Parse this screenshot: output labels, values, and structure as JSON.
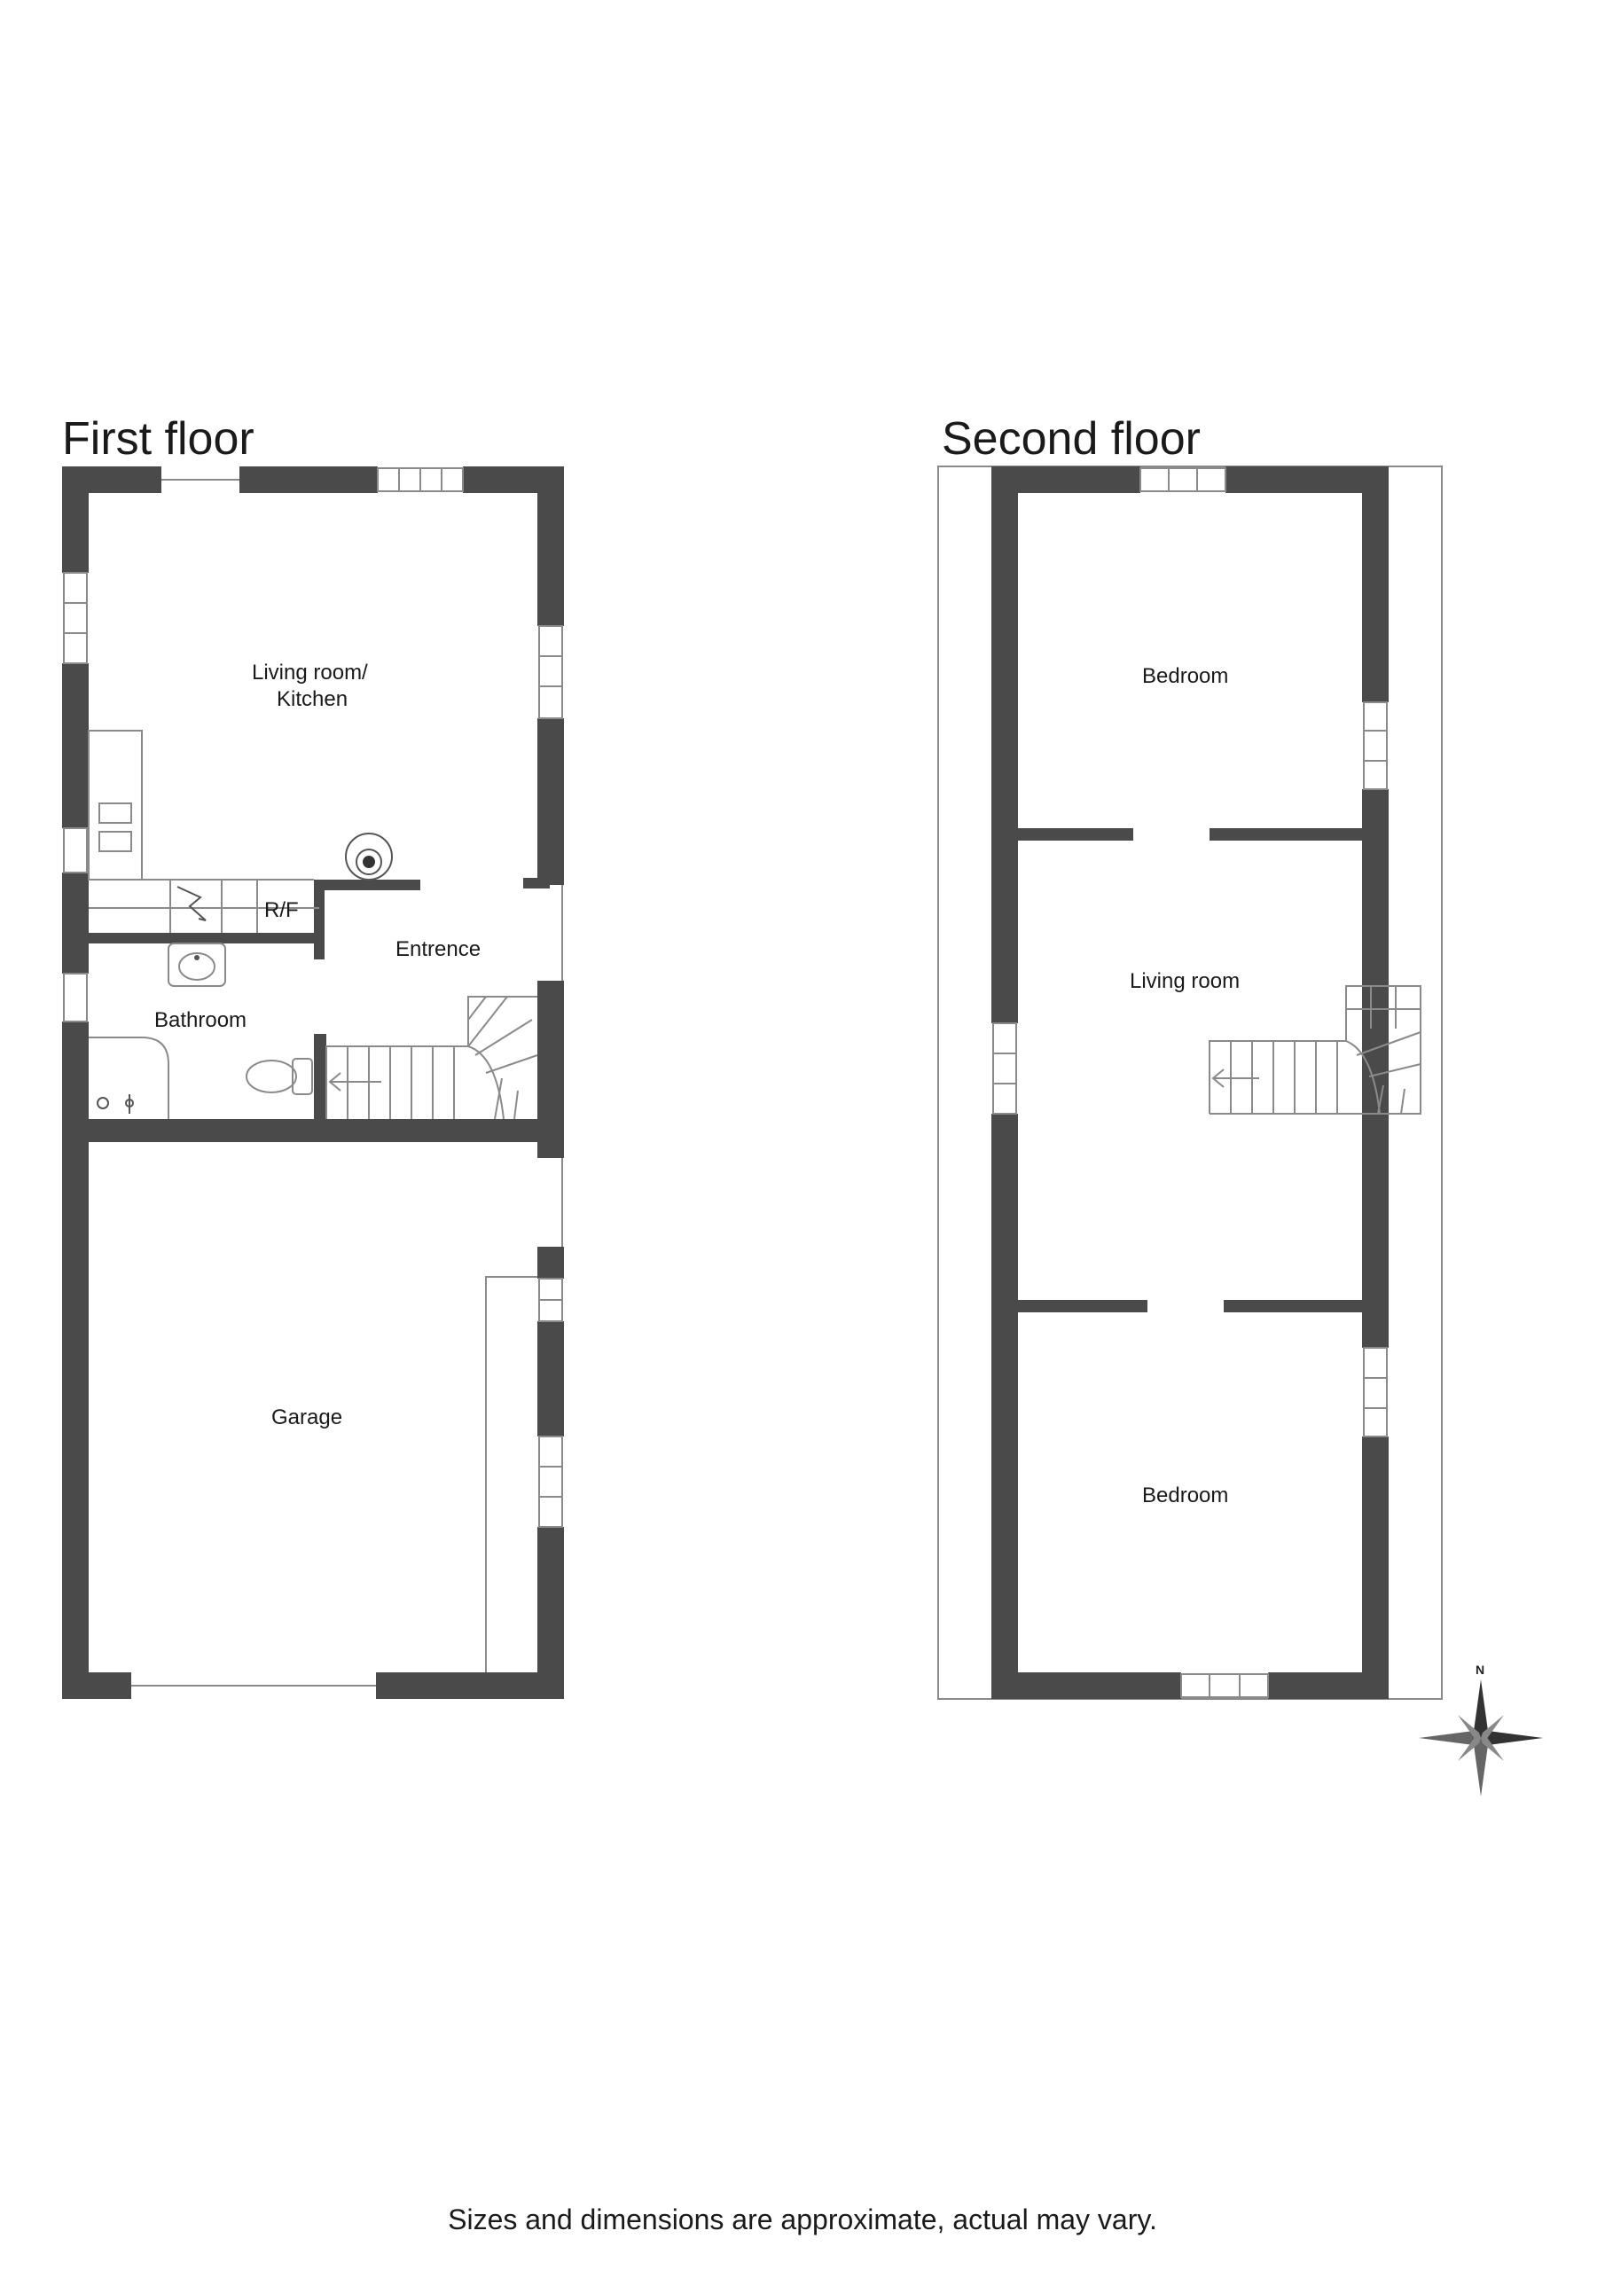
{
  "floors": [
    {
      "title": "First floor",
      "rooms": [
        "Living room/",
        "Kitchen",
        "R/F",
        "Entrence",
        "Bathroom",
        "Garage"
      ]
    },
    {
      "title": "Second floor",
      "rooms": [
        "Bedroom",
        "Living room",
        "Bedroom"
      ]
    }
  ],
  "compass": {
    "north_label": "N"
  },
  "footer": "Sizes and dimensions are approximate, actual may vary.",
  "colors": {
    "wall": "#4a4a4a",
    "line": "#8a8a8a",
    "background": "#ffffff"
  }
}
